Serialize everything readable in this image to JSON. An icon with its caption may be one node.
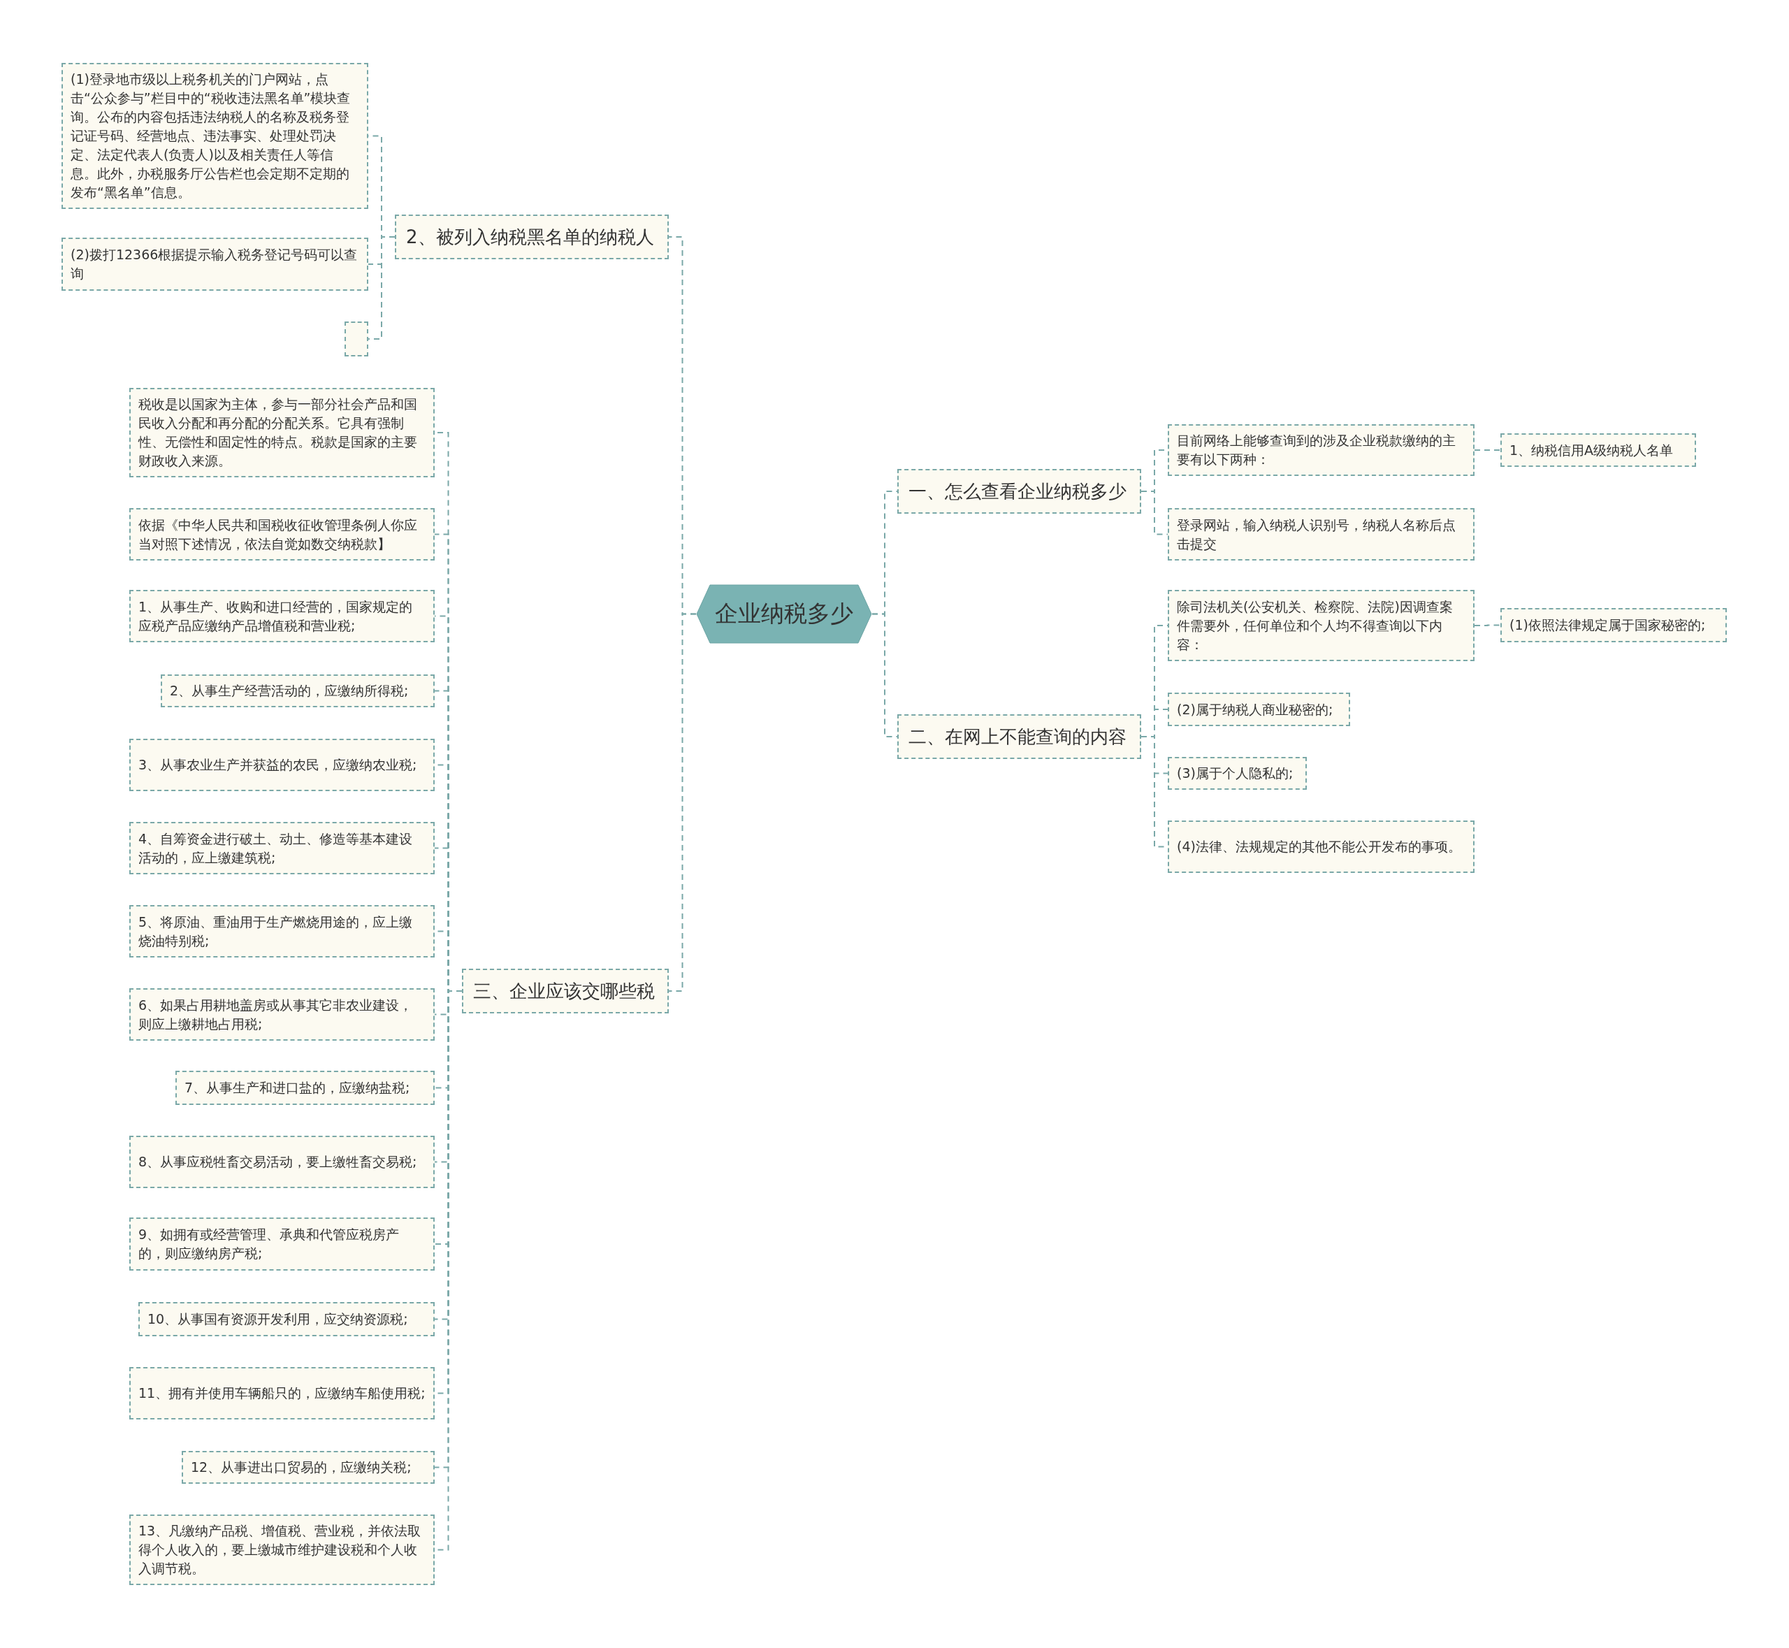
{
  "diagram": {
    "nodes": [
      {
        "text": [
          "企业纳税多少"
        ]
      },
      {
        "text": [
          "一、怎么查看企业纳税多少"
        ]
      },
      {
        "text": [
          "目前网络上能够查询到的涉及企业税款缴纳的主要有以下两种："
        ]
      },
      {
        "text": [
          "1、纳税信用A级纳税人名单"
        ]
      },
      {
        "text": [
          "登录网站，输入纳税人识别号，纳税人名称后点击提交"
        ]
      },
      {
        "text": [
          "二、在网上不能查询的内容"
        ]
      },
      {
        "text": [
          "除司法机关(公安机关、检察院、法院)因调查案件需要外，任何单位和个人均不得查询以下内容："
        ]
      },
      {
        "text": [
          "(1)依照法律规定属于国家秘密的;"
        ]
      },
      {
        "text": [
          "(2)属于纳税人商业秘密的;"
        ]
      },
      {
        "text": [
          "(3)属于个人隐私的;"
        ]
      },
      {
        "text": [
          "(4)法律、法规规定的其他不能公开发布的事项。"
        ]
      },
      {
        "text": [
          "2、被列入纳税黑名单的纳税人"
        ]
      },
      {
        "text": [
          "(1)登录地市级以上税务机关的门户网站，点击“公众参与”栏目中的“税收违法黑名单”模块查询。公布的内容包括违法纳税人的名称及税务登记证号码、经营地点、违法事实、处理处罚决定、法定代表人(负责人)以及相关责任人等信息。此外，办税服务厅公告栏也会定期不定期的发布“黑名单”信息。"
        ]
      },
      {
        "text": [
          "(2)拨打12366根据提示输入税务登记号码可以查询"
        ]
      },
      {
        "text": [],
        "shape": "box"
      },
      {
        "text": [
          "三、企业应该交哪些税"
        ]
      },
      {
        "text": [
          "税收是以国家为主体，参与一部分社会产品和国民收入分配和再分配的分配关系。它具有强制性、无偿性和固定性的特点。税款是国家的主要财政收入来源。"
        ]
      },
      {
        "text": [
          "依据《中华人民共和国税收征收管理条例人你应当对照下述情况，依法自觉如数交纳税款】"
        ]
      },
      {
        "text": [
          "1、从事生产、收购和进口经营的，国家规定的应税产品应缴纳产品增值税和营业税;"
        ]
      },
      {
        "text": [
          "2、从事生产经营活动的，应缴纳所得税;"
        ]
      },
      {
        "text": [
          "3、从事农业生产并获益的农民，应缴纳农业税;"
        ]
      },
      {
        "text": [
          "4、自筹资金进行破土、动土、修造等基本建设活动的，应上缴建筑税;"
        ]
      },
      {
        "text": [
          "5、将原油、重油用于生产燃烧用途的，应上缴烧油特别税;"
        ]
      },
      {
        "text": [
          "6、如果占用耕地盖房或从事其它非农业建设，则应上缴耕地占用税;"
        ]
      },
      {
        "text": [
          "7、从事生产和进口盐的，应缴纳盐税;"
        ]
      },
      {
        "text": [
          "8、从事应税牲畜交易活动，要上缴牲畜交易税;"
        ]
      },
      {
        "text": [
          "9、如拥有或经营管理、承典和代管应税房产的，则应缴纳房产税;"
        ]
      },
      {
        "text": [
          "10、从事国有资源开发利用，应交纳资源税;"
        ]
      },
      {
        "text": [
          "11、拥有并使用车辆船只的，应缴纳车船使用税;"
        ]
      },
      {
        "text": [
          "12、从事进出口贸易的，应缴纳关税;"
        ]
      },
      {
        "text": [
          "13、凡缴纳产品税、增值税、营业税，并依法取得个人收入的，要上缴城市维护建设税和个人收入调节税。"
        ]
      }
    ],
    "edges": [
      {
        "from": 0,
        "to": 1,
        "arrow": "none"
      },
      {
        "from": 0,
        "to": 5,
        "arrow": "none"
      },
      {
        "from": 0,
        "to": 11,
        "arrow": "none"
      },
      {
        "from": 0,
        "to": 15,
        "arrow": "none"
      },
      {
        "from": 1,
        "to": 2,
        "arrow": "none"
      },
      {
        "from": 1,
        "to": 4,
        "arrow": "none"
      },
      {
        "from": 2,
        "to": 3,
        "arrow": "none"
      },
      {
        "from": 5,
        "to": 6,
        "arrow": "none"
      },
      {
        "from": 5,
        "to": 8,
        "arrow": "none"
      },
      {
        "from": 5,
        "to": 9,
        "arrow": "none"
      },
      {
        "from": 5,
        "to": 10,
        "arrow": "none"
      },
      {
        "from": 6,
        "to": 7,
        "arrow": "none"
      },
      {
        "from": 11,
        "to": 12,
        "arrow": "none"
      },
      {
        "from": 11,
        "to": 13,
        "arrow": "none"
      },
      {
        "from": 11,
        "to": 14,
        "arrow": "none"
      },
      {
        "from": 15,
        "to": 16,
        "arrow": "none"
      },
      {
        "from": 15,
        "to": 17,
        "arrow": "none"
      },
      {
        "from": 15,
        "to": 18,
        "arrow": "none"
      },
      {
        "from": 15,
        "to": 19,
        "arrow": "none"
      },
      {
        "from": 15,
        "to": 20,
        "arrow": "none"
      },
      {
        "from": 15,
        "to": 21,
        "arrow": "none"
      },
      {
        "from": 15,
        "to": 22,
        "arrow": "none"
      },
      {
        "from": 15,
        "to": 23,
        "arrow": "none"
      },
      {
        "from": 15,
        "to": 24,
        "arrow": "none"
      },
      {
        "from": 15,
        "to": 25,
        "arrow": "none"
      },
      {
        "from": 15,
        "to": 26,
        "arrow": "none"
      },
      {
        "from": 15,
        "to": 27,
        "arrow": "none"
      },
      {
        "from": 15,
        "to": 28,
        "arrow": "none"
      },
      {
        "from": 15,
        "to": 29,
        "arrow": "none"
      },
      {
        "from": 15,
        "to": 30,
        "arrow": "none"
      }
    ]
  }
}
